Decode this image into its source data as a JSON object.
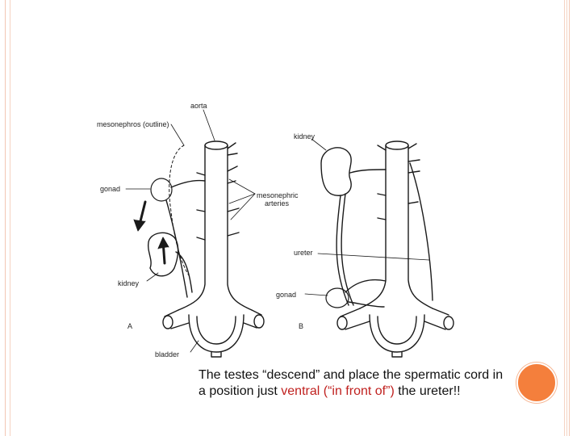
{
  "labels": {
    "aorta": "aorta",
    "mesonephros": "mesonephros (outline)",
    "gonad_a": "gonad",
    "mesonephric_1": "mesonephric",
    "mesonephric_2": "arteries",
    "kidney_a": "kidney",
    "panel_a": "A",
    "bladder": "bladder",
    "kidney_b": "kidney",
    "ureter": "ureter",
    "gonad_b": "gonad",
    "panel_b": "B"
  },
  "caption": {
    "part1": "The testes “descend” and place the spermatic cord in a position just ",
    "highlight": "ventral (“in front of”)",
    "part2": " the ureter!!"
  },
  "colors": {
    "frame": "#f2c7b4",
    "accent": "#f47f3c",
    "highlight": "#c0211f"
  }
}
